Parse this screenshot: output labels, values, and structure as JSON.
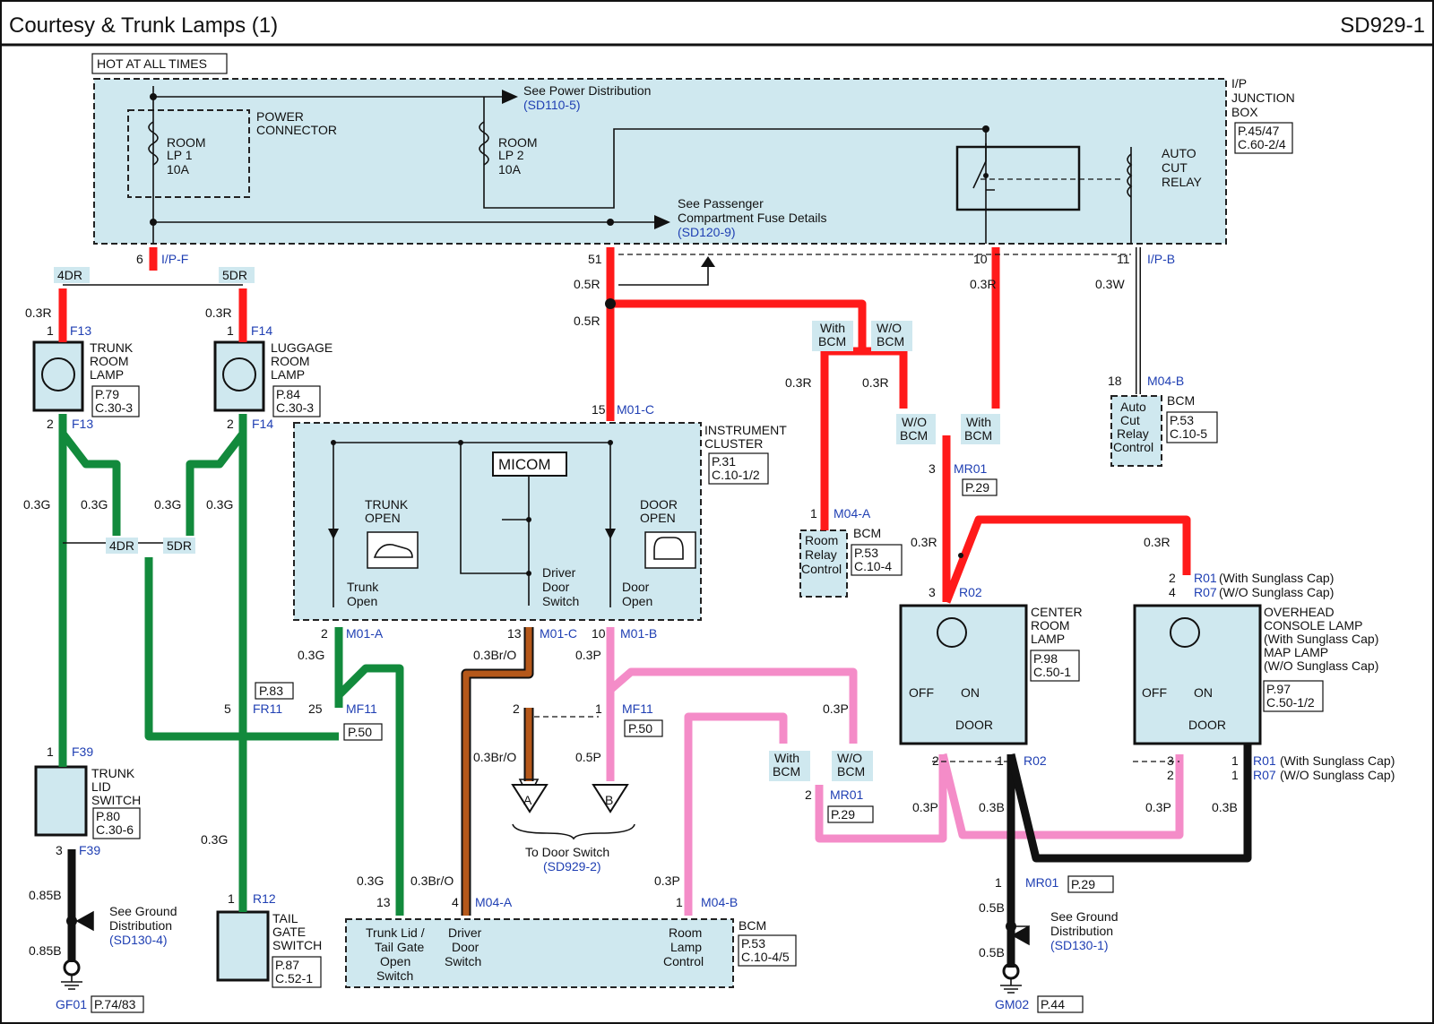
{
  "header": {
    "title": "Courtesy & Trunk Lamps (1)",
    "code": "SD929-1"
  },
  "top": {
    "hot": "HOT AT ALL TIMES",
    "see_power": "See Power Distribution",
    "sd110": "(SD110-5)",
    "power_conn": [
      "POWER",
      "CONNECTOR"
    ],
    "room1": [
      "ROOM",
      "LP 1",
      "10A"
    ],
    "room2": [
      "ROOM",
      "LP 2",
      "10A"
    ],
    "see_pass": [
      "See Passenger",
      "Compartment Fuse Details"
    ],
    "sd120": "(SD120-9)",
    "ipjb": [
      "I/P",
      "JUNCTION",
      "BOX"
    ],
    "ipjb_ref": [
      "P.45/47",
      "C.60-2/4"
    ],
    "acr": [
      "AUTO",
      "CUT",
      "RELAY"
    ]
  },
  "pins": {
    "p6": "6",
    "ipf": "I/P-F",
    "p51": "51",
    "p10": "10",
    "p11": "11",
    "ipb": "I/P-B",
    "p1a": "1",
    "f13a": "F13",
    "p1b": "1",
    "f14a": "F14",
    "p2a": "2",
    "f13b": "F13",
    "p2b": "2",
    "f14b": "F14",
    "p15": "15",
    "m01c_top": "M01-C",
    "p18": "18",
    "m04b_top": "M04-B",
    "p1c": "1",
    "m04a_top": "M04-A",
    "p3mr": "3",
    "mr01_a": "MR01",
    "p3r02": "3",
    "r02a": "R02",
    "p2r01": "2",
    "r01a": "R01",
    "r01a_note": "(With Sunglass Cap)",
    "p4r07": "4",
    "r07a": "R07",
    "r07a_note": "(W/O Sunglass Cap)",
    "p2ma": "2",
    "m01a": "M01-A",
    "p13mc": "13",
    "m01c_b": "M01-C",
    "p10mb": "10",
    "m01b": "M01-B",
    "p5": "5",
    "fr11": "FR11",
    "p25": "25",
    "mf11a": "MF11",
    "p2mf": "2",
    "p1mf": "1",
    "mf11b": "MF11",
    "p1f39": "1",
    "f39a": "F39",
    "p3f39": "3",
    "f39b": "F39",
    "p1r12": "1",
    "r12": "R12",
    "p13": "13",
    "p4": "4",
    "m04a_b": "M04-A",
    "p1mb": "1",
    "m04b_b": "M04-B",
    "p2mr": "2",
    "mr01_b": "MR01",
    "p2c": "2",
    "p1c2": "1",
    "r02b": "R02",
    "p3o": "3",
    "p1o": "1",
    "r01b": "R01",
    "r01b_note": "(With Sunglass Cap)",
    "p2o": "2",
    "p1o2": "1",
    "r07b": "R07",
    "r07b_note": "(W/O Sunglass Cap)",
    "p1mr": "1",
    "mr01_c": "MR01",
    "gf01": "GF01",
    "gm02": "GM02"
  },
  "wires": {
    "r03_a": "0.3R",
    "r03_b": "0.3R",
    "r05_a": "0.5R",
    "r05_b": "0.5R",
    "r03_c": "0.3R",
    "w03": "0.3W",
    "r03_d": "0.3R",
    "r03_e": "0.3R",
    "r03_f": "0.3R",
    "r03_g": "0.3R",
    "g03_a": "0.3G",
    "g03_b": "0.3G",
    "g03_c": "0.3G",
    "g03_d": "0.3G",
    "g03_e": "0.3G",
    "g03_f": "0.3G",
    "g03_g": "0.3G",
    "br_a": "0.3Br/O",
    "br_b": "0.3Br/O",
    "br_c": "0.3Br/O",
    "p_a": "0.3P",
    "p_b": "0.5P",
    "p_c": "0.3P",
    "p_d": "0.3P",
    "p_e": "0.3P",
    "p_f": "0.3P",
    "b_a": "0.3B",
    "b_b": "0.3B",
    "b_c": "0.5B",
    "b_d": "0.5B",
    "b_e": "0.85B",
    "b_f": "0.85B"
  },
  "tags": {
    "dr4_top": "4DR",
    "dr5_top": "5DR",
    "dr4_bot": "4DR",
    "dr5_bot": "5DR",
    "with_bcm1": [
      "With",
      "BCM"
    ],
    "wo_bcm1": [
      "W/O",
      "BCM"
    ],
    "wo_bcm2": [
      "W/O",
      "BCM"
    ],
    "with_bcm2": [
      "With",
      "BCM"
    ],
    "with_bcm3": [
      "With",
      "BCM"
    ],
    "wo_bcm3": [
      "W/O",
      "BCM"
    ]
  },
  "components": {
    "trunk_room": [
      "TRUNK",
      "ROOM",
      "LAMP"
    ],
    "trunk_room_ref": [
      "P.79",
      "C.30-3"
    ],
    "luggage": [
      "LUGGAGE",
      "ROOM",
      "LAMP"
    ],
    "luggage_ref": [
      "P.84",
      "C.30-3"
    ],
    "ic": [
      "INSTRUMENT",
      "CLUSTER"
    ],
    "ic_ref": [
      "P.31",
      "C.10-1/2"
    ],
    "micom": "MICOM",
    "trunk_open": [
      "TRUNK",
      "OPEN"
    ],
    "door_open": [
      "DOOR",
      "OPEN"
    ],
    "trunk_open_pin": [
      "Trunk",
      "Open"
    ],
    "drv_door_pin": [
      "Driver",
      "Door",
      "Switch"
    ],
    "door_open_pin": [
      "Door",
      "Open"
    ],
    "room_relay": [
      "Room",
      "Relay",
      "Control"
    ],
    "bcm_a": "BCM",
    "bcm_a_ref": [
      "P.53",
      "C.10-4"
    ],
    "auto_cut": [
      "Auto",
      "Cut",
      "Relay",
      "Control"
    ],
    "bcm_b": "BCM",
    "bcm_b_ref": [
      "P.53",
      "C.10-5"
    ],
    "mr01_ref_a": "P.29",
    "center": [
      "CENTER",
      "ROOM",
      "LAMP"
    ],
    "center_ref": [
      "P.98",
      "C.50-1"
    ],
    "overhead": [
      "OVERHEAD",
      "CONSOLE LAMP",
      "(With Sunglass Cap)",
      "MAP LAMP",
      "(W/O Sunglass Cap)"
    ],
    "overhead_ref": [
      "P.97",
      "C.50-1/2"
    ],
    "off1": "OFF",
    "on1": "ON",
    "door1": "DOOR",
    "off2": "OFF",
    "on2": "ON",
    "door2": "DOOR",
    "p83": "P.83",
    "p50a": "P.50",
    "p50b": "P.50",
    "trunk_lid": [
      "TRUNK",
      "LID",
      "SWITCH"
    ],
    "trunk_lid_ref": [
      "P.80",
      "C.30-6"
    ],
    "tail_gate": [
      "TAIL",
      "GATE",
      "SWITCH"
    ],
    "tail_gate_ref": [
      "P.87",
      "C.52-1"
    ],
    "conn_a": "A",
    "conn_b": "B",
    "to_door": "To Door Switch",
    "sd929_2": "(SD929-2)",
    "bcm_c_pins": {
      "trunk": [
        "Trunk Lid /",
        "Tail Gate",
        "Open",
        "Switch"
      ],
      "drv": [
        "Driver",
        "Door",
        "Switch"
      ],
      "room": [
        "Room",
        "Lamp",
        "Control"
      ]
    },
    "bcm_c": "BCM",
    "bcm_c_ref": [
      "P.53",
      "C.10-4/5"
    ],
    "mr01_ref_b": "P.29",
    "mr01_ref_c": "P.29",
    "gnd1": [
      "See Ground",
      "Distribution"
    ],
    "sd130_4": "(SD130-4)",
    "gf01_ref": "P.74/83",
    "gnd2": [
      "See Ground",
      "Distribution"
    ],
    "sd130_1": "(SD130-1)",
    "gm02_ref": "P.44"
  },
  "colors": {
    "red": "#ff1a1a",
    "green": "#128a3c",
    "pink": "#f48cc8",
    "brown": "#b5581a",
    "black": "#111111",
    "shade": "#cfe8ef",
    "blue_text": "#1f3fb3"
  }
}
